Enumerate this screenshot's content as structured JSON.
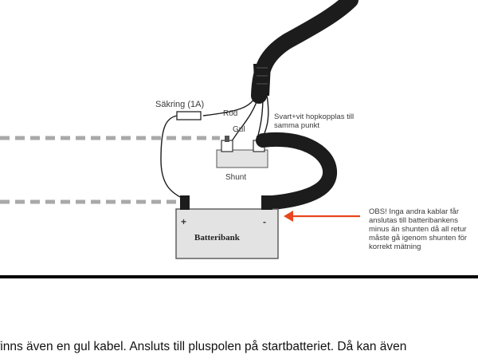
{
  "labels": {
    "fuse": "Säkring (1A)",
    "red": "Röd",
    "yellow": "Gul",
    "black_white_line1": "Svart+vit hopkopplas till",
    "black_white_line2": "samma punkt",
    "shunt": "Shunt",
    "battery": "Batteribank",
    "plus": "+",
    "minus": "-",
    "note_lines": [
      "OBS! Inga andra kablar får",
      "anslutas till batteribankens",
      "minus än shunten då all retur",
      "måste gå igenom shunten för",
      "korrekt mätning"
    ]
  },
  "bottom_text": "finns även en gul kabel. Ansluts till pluspolen på startbatteriet. Då kan även",
  "colors": {
    "arrow": "#e8471f",
    "cable": "#1c1c1c",
    "dashed": "#a9a9a9",
    "battery_fill": "#e3e3e3"
  }
}
